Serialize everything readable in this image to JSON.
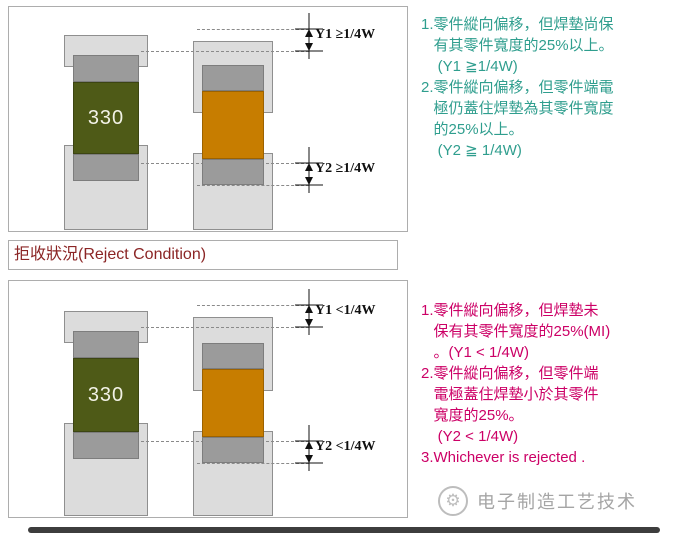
{
  "accept_panel": {
    "component_label": "330",
    "y1_label": "Y1 ≥1/4W",
    "y2_label": "Y2 ≥1/4W"
  },
  "reject_header": {
    "label": "拒收狀況(Reject Condition)"
  },
  "reject_panel": {
    "component_label": "330",
    "y1_label": "Y1 <1/4W",
    "y2_label": "Y2 <1/4W"
  },
  "accept_notes": {
    "text": "1.零件縱向偏移，但焊墊尚保\n   有其零件寬度的25%以上。\n    (Y1 ≧1/4W)\n2.零件縱向偏移，但零件端電\n   極仍蓋住焊墊為其零件寬度\n   的25%以上。\n    (Y2 ≧ 1/4W)"
  },
  "reject_notes": {
    "text": "1.零件縱向偏移，但焊墊未\n   保有其零件寬度的25%(MI)\n   。(Y1 < 1/4W)\n2.零件縱向偏移，但零件端\n   電極蓋住焊墊小於其零件\n   寬度的25%。\n    (Y2 < 1/4W)\n3.Whichever is rejected ."
  },
  "watermark": {
    "text": "电子制造工艺技术"
  },
  "colors": {
    "accept_text": "#2f9e8e",
    "reject_text": "#cc0066",
    "header_text": "#8b2525"
  }
}
